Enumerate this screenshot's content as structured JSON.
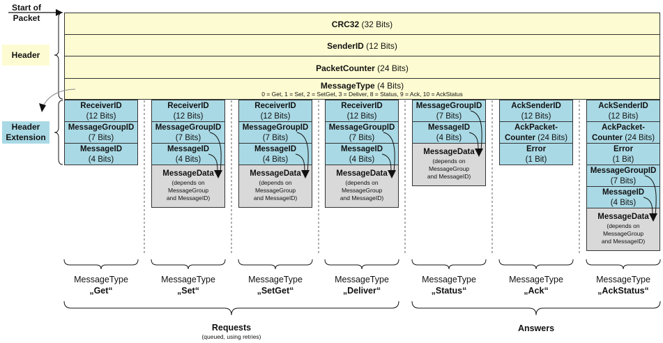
{
  "start_label_line1": "Start of",
  "start_label_line2": "Packet",
  "header_label": "Header",
  "header_ext_line1": "Header",
  "header_ext_line2": "Extension",
  "header_rows": [
    {
      "name": "CRC32",
      "bits": "(32 Bits)"
    },
    {
      "name": "SenderID",
      "bits": "(12 Bits)"
    },
    {
      "name": "PacketCounter",
      "bits": "(24 Bits)"
    },
    {
      "name": "MessageType",
      "bits": "(4 Bits)"
    }
  ],
  "message_type_note": "0 = Get, 1 = Set, 2 = SetGet, 3 = Deliver, 8 = Status, 9 = Ack, 10 = AckStatus",
  "fields": {
    "receiver_id": {
      "name": "ReceiverID",
      "bits": "(12 Bits)"
    },
    "message_group_id": {
      "name": "MessageGroupID",
      "bits": "(7 Bits)"
    },
    "message_id": {
      "name": "MessageID",
      "bits": "(4 Bits)"
    },
    "message_data": {
      "name": "MessageData",
      "note1": "(depends on",
      "note2": "MessageGroup",
      "note3": "and MessageID)"
    },
    "ack_sender_id": {
      "name": "AckSenderID",
      "bits": "(12 Bits)"
    },
    "ack_packet_counter": {
      "name1": "AckPacket-",
      "name2": "Counter",
      "bits": "(24 Bits)"
    },
    "error": {
      "name": "Error",
      "bits": "(1 Bit)"
    }
  },
  "message_type_prefix": "MessageType",
  "message_types": [
    "„Get“",
    "„Set“",
    "„SetGet“",
    "„Deliver“",
    "„Status“",
    "„Ack“",
    "„AckStatus“"
  ],
  "requests_label": "Requests",
  "requests_sub": "(queued, using retries)",
  "answers_label": "Answers"
}
